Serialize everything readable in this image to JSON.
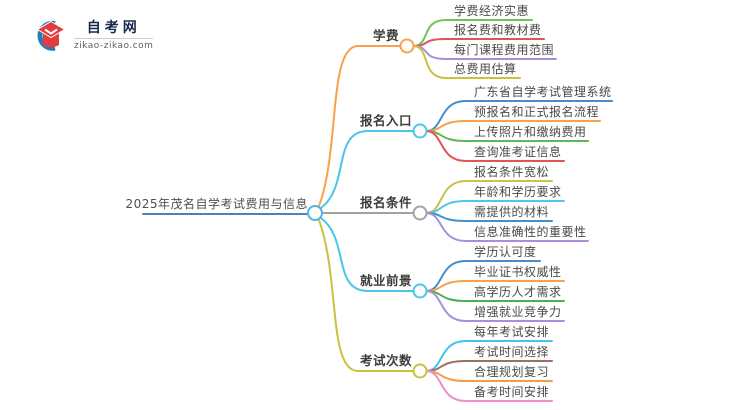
{
  "logo": {
    "site_name": "自考网",
    "site_domain": "zikao-zikao.com",
    "icon_crescent_color": "#2a7ab8",
    "icon_cap_color": "#e23d3c"
  },
  "root": {
    "title": "2025年茂名自学考试费用与信息",
    "line_color": "#4a82bd",
    "node_color": "#55b1e2"
  },
  "branches": [
    {
      "label": "学费",
      "color": "#f7a14b",
      "children": [
        {
          "label": "学费经济实惠",
          "color": "#6ec557"
        },
        {
          "label": "报名费和教材费",
          "color": "#e15452"
        },
        {
          "label": "每门课程费用范围",
          "color": "#aa8fd8"
        },
        {
          "label": "总费用估算",
          "color": "#cac23f"
        }
      ]
    },
    {
      "label": "报名入口",
      "color": "#49c6e8",
      "children": [
        {
          "label": "广东省自学考试管理系统",
          "color": "#4a8cc9"
        },
        {
          "label": "预报名和正式报名流程",
          "color": "#f7a14b"
        },
        {
          "label": "上传照片和缴纳费用",
          "color": "#5eb75a"
        },
        {
          "label": "查询准考证信息",
          "color": "#e15452"
        }
      ]
    },
    {
      "label": "报名条件",
      "color": "#a2a2a2",
      "children": [
        {
          "label": "报名条件宽松",
          "color": "#c9c24a"
        },
        {
          "label": "年龄和学历要求",
          "color": "#4fc7e8"
        },
        {
          "label": "需提供的材料",
          "color": "#4191d1"
        },
        {
          "label": "信息准确性的重要性",
          "color": "#aa8fd8"
        }
      ]
    },
    {
      "label": "就业前景",
      "color": "#49c6e8",
      "children": [
        {
          "label": "学历认可度",
          "color": "#4a8cc9"
        },
        {
          "label": "毕业证书权威性",
          "color": "#f7a14b"
        },
        {
          "label": "高学历人才需求",
          "color": "#4fae53"
        },
        {
          "label": "增强就业竞争力",
          "color": "#aa8fd8"
        }
      ]
    },
    {
      "label": "考试次数",
      "color": "#cac23f",
      "children": [
        {
          "label": "每年考试安排",
          "color": "#3fc6e8"
        },
        {
          "label": "考试时间选择",
          "color": "#9b7164"
        },
        {
          "label": "合理规划复习",
          "color": "#f79b45"
        },
        {
          "label": "备考时间安排",
          "color": "#ef8ecb"
        }
      ]
    }
  ]
}
